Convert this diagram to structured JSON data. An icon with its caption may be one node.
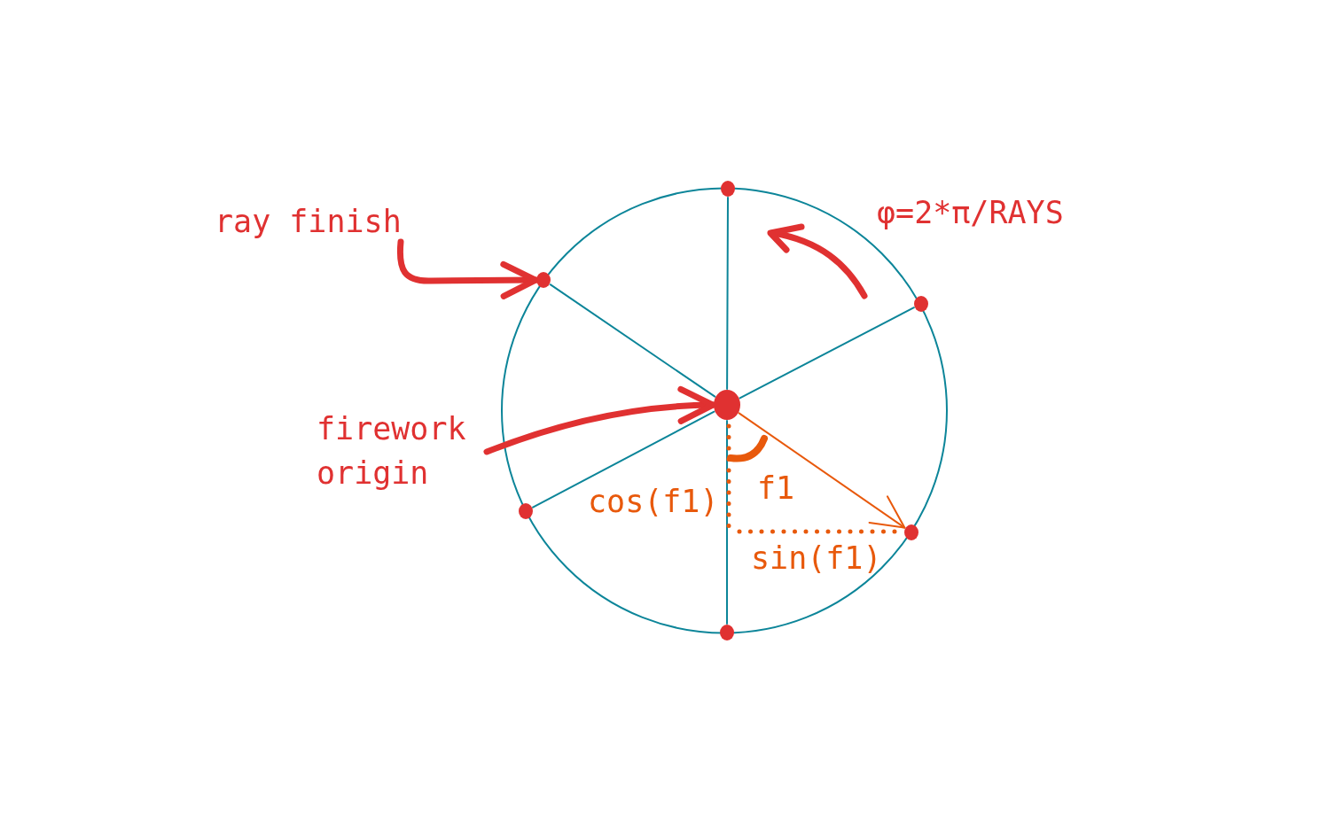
{
  "diagram": {
    "nodes": [
      {
        "text": [
          "ray finish"
        ]
      },
      {
        "text": [],
        "shape": "circle"
      },
      {
        "text": [],
        "shape": "circle"
      },
      {
        "text": [],
        "shape": "circle"
      },
      {
        "text": [
          "firework origin"
        ]
      },
      {
        "text": [],
        "shape": "circle"
      },
      {
        "text": [],
        "shape": "circle"
      },
      {
        "text": [],
        "shape": "circle"
      },
      {
        "text": [],
        "shape": "circle"
      }
    ],
    "edges": [
      {
        "from": 0,
        "to": 2,
        "arrow": "to",
        "style": "thick",
        "color": "#e03131"
      },
      {
        "from": 4,
        "to": 5,
        "arrow": "to",
        "style": "thick",
        "color": "#e03131"
      },
      {
        "from": 5,
        "to": 1,
        "arrow": "none"
      },
      {
        "from": 5,
        "to": 2,
        "arrow": "none"
      },
      {
        "from": 5,
        "to": 3,
        "arrow": "none"
      },
      {
        "from": 5,
        "to": 6,
        "arrow": "none"
      },
      {
        "from": 5,
        "to": 7,
        "arrow": "to",
        "color": "#e8590c"
      },
      {
        "from": 5,
        "to": 8,
        "arrow": "none"
      }
    ],
    "labels": [
      "φ=2*π/RAYS",
      "f1",
      "cos(f1)",
      "sin(f1)"
    ]
  }
}
